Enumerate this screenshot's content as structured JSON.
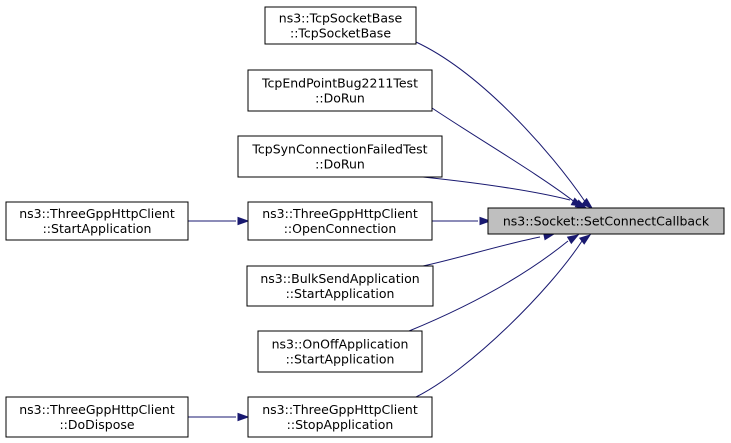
{
  "graph": {
    "nodes": [
      {
        "id": "target",
        "lines": [
          "ns3::Socket::SetConnectCallback"
        ],
        "highlighted": true
      },
      {
        "id": "tcpsocketbase",
        "lines": [
          "ns3::TcpSocketBase",
          "::TcpSocketBase"
        ]
      },
      {
        "id": "tcpendpoint",
        "lines": [
          "TcpEndPointBug2211Test",
          "::DoRun"
        ]
      },
      {
        "id": "tcpsynfailed",
        "lines": [
          "TcpSynConnectionFailedTest",
          "::DoRun"
        ]
      },
      {
        "id": "openconnection",
        "lines": [
          "ns3::ThreeGppHttpClient",
          "::OpenConnection"
        ]
      },
      {
        "id": "bulksend",
        "lines": [
          "ns3::BulkSendApplication",
          "::StartApplication"
        ]
      },
      {
        "id": "onoff",
        "lines": [
          "ns3::OnOffApplication",
          "::StartApplication"
        ]
      },
      {
        "id": "stopapp",
        "lines": [
          "ns3::ThreeGppHttpClient",
          "::StopApplication"
        ]
      },
      {
        "id": "startapp_client",
        "lines": [
          "ns3::ThreeGppHttpClient",
          "::StartApplication"
        ]
      },
      {
        "id": "dodispose",
        "lines": [
          "ns3::ThreeGppHttpClient",
          "::DoDispose"
        ]
      }
    ],
    "edges": [
      {
        "from": "target",
        "to": "tcpsocketbase"
      },
      {
        "from": "target",
        "to": "tcpendpoint"
      },
      {
        "from": "target",
        "to": "tcpsynfailed"
      },
      {
        "from": "target",
        "to": "openconnection"
      },
      {
        "from": "target",
        "to": "bulksend"
      },
      {
        "from": "target",
        "to": "onoff"
      },
      {
        "from": "target",
        "to": "stopapp"
      },
      {
        "from": "openconnection",
        "to": "startapp_client"
      },
      {
        "from": "stopapp",
        "to": "dodispose"
      }
    ],
    "colors": {
      "edge": "#191970",
      "node_fill": "#ffffff",
      "highlight_fill": "#bfbfbf",
      "border": "#000000"
    }
  }
}
